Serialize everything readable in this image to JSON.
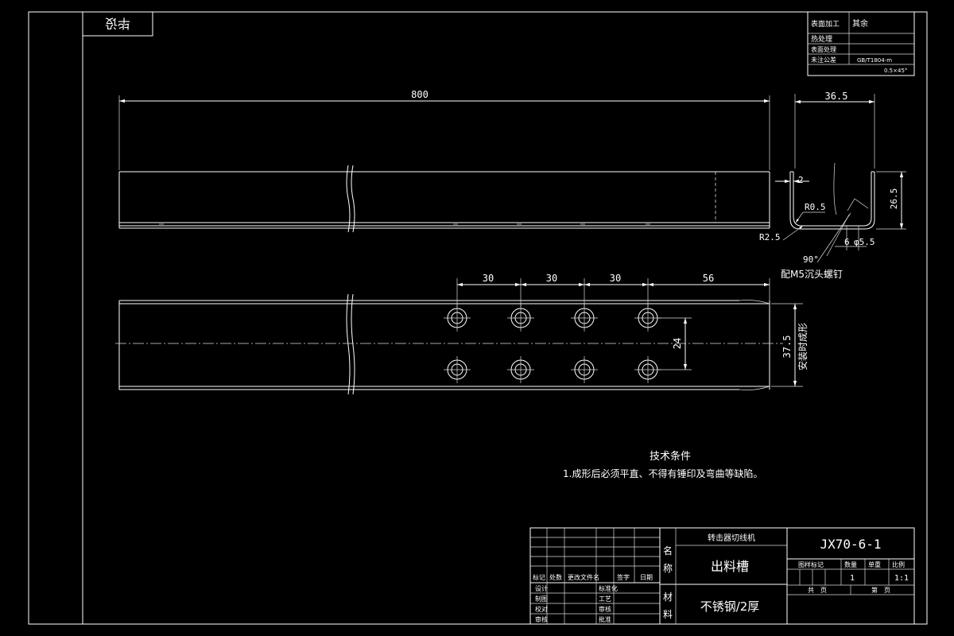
{
  "stamp_label": "毕设",
  "surface_table": {
    "rows": [
      {
        "label": "表面加工",
        "value": "其余"
      },
      {
        "label": "热处理",
        "value": ""
      },
      {
        "label": "表面处理",
        "value": ""
      },
      {
        "label": "未注公差",
        "value": "GB/T1804-m"
      }
    ],
    "chamfer_note": "0.5×45°"
  },
  "dimensions": {
    "total_length": "800",
    "width_top": "36.5",
    "lip": "2",
    "height_side": "26.5",
    "inner_radius": "R0.5",
    "outer_radius": "R2.5",
    "hole_a": "6",
    "hole_b": "φ5.5",
    "angle": "90°",
    "screw_note": "配M5沉头螺钉",
    "pitch_1": "30",
    "pitch_2": "30",
    "pitch_3": "30",
    "end_offset": "56",
    "row_spacing": "24",
    "width_plan": "37.5",
    "install_note": "安装时成形"
  },
  "tech_requirements": {
    "heading": "技术条件",
    "item_1": "1.成形后必须平直、不得有锤印及弯曲等缺陷。"
  },
  "title_block": {
    "product": "转击器切线机",
    "name_label_1": "名",
    "name_label_2": "称",
    "material_label_1": "材",
    "material_label_2": "料",
    "part_name": "出料槽",
    "material": "不锈钢/2厚",
    "drawing_no": "JX70-6-1",
    "col_mark": "图样标记",
    "col_qty": "数量",
    "col_weight": "单重",
    "col_scale": "比例",
    "qty_value": "1",
    "scale_value": "1:1",
    "total_pages": "共　页",
    "page_no": "第　页",
    "rev_headers": [
      "标记",
      "处数",
      "更改文件名",
      "签字",
      "日期"
    ],
    "sign_left": [
      "设计",
      "制图",
      "校对",
      "审核"
    ],
    "sign_right": [
      "标准化",
      "工艺",
      "审核",
      "批准"
    ]
  }
}
